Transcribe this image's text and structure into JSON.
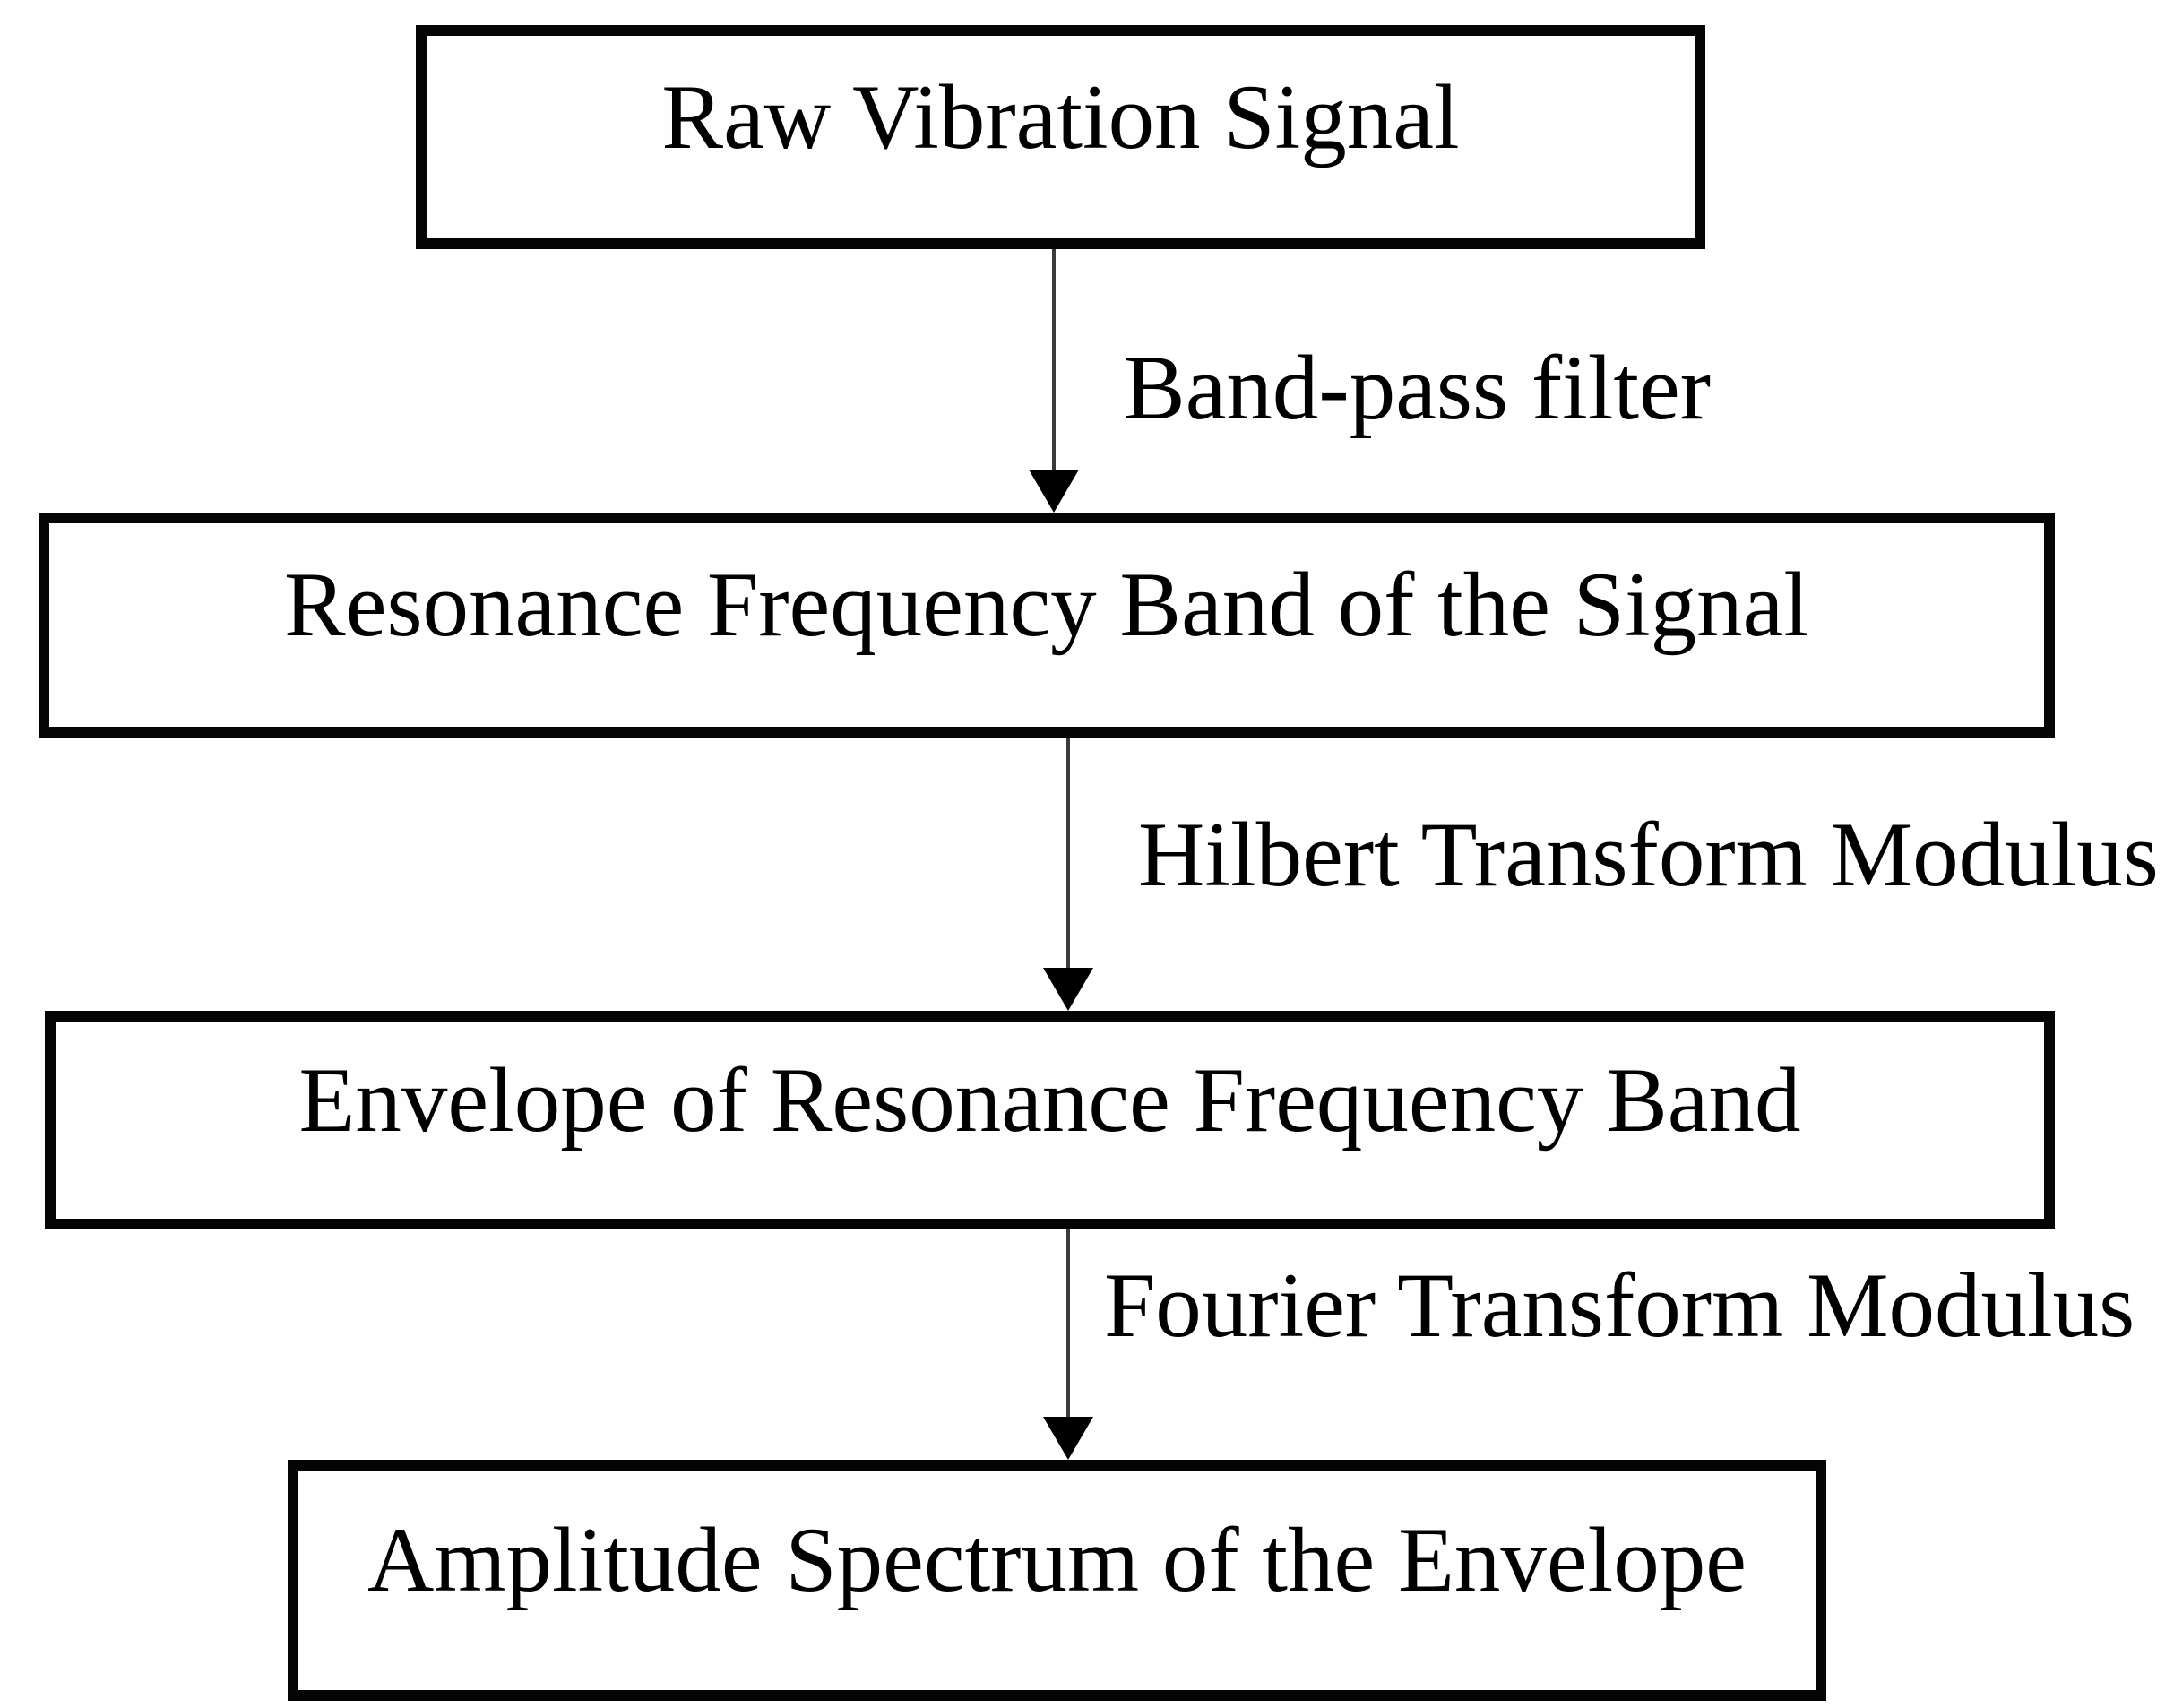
{
  "colors": {
    "background": "#ffffff",
    "box_border": "#050505",
    "box_fill": "#fefefe",
    "text": "#000000",
    "arrow_shaft": "#3a3a3a",
    "arrow_head": "#000000"
  },
  "diagram": {
    "type": "flowchart",
    "direction": "top-to-bottom",
    "nodes": [
      {
        "id": "raw",
        "label": "Raw Vibration Signal"
      },
      {
        "id": "resonance",
        "label": "Resonance Frequency Band of the Signal"
      },
      {
        "id": "envelope",
        "label": "Envelope of Resonance Frequency Band"
      },
      {
        "id": "spectrum",
        "label": "Amplitude Spectrum of the Envelope"
      }
    ],
    "edges": [
      {
        "from": "raw",
        "to": "resonance",
        "label": "Band-pass filter"
      },
      {
        "from": "resonance",
        "to": "envelope",
        "label": "Hilbert Transform Modulus"
      },
      {
        "from": "envelope",
        "to": "spectrum",
        "label": "Fourier Transform Modulus"
      }
    ]
  }
}
